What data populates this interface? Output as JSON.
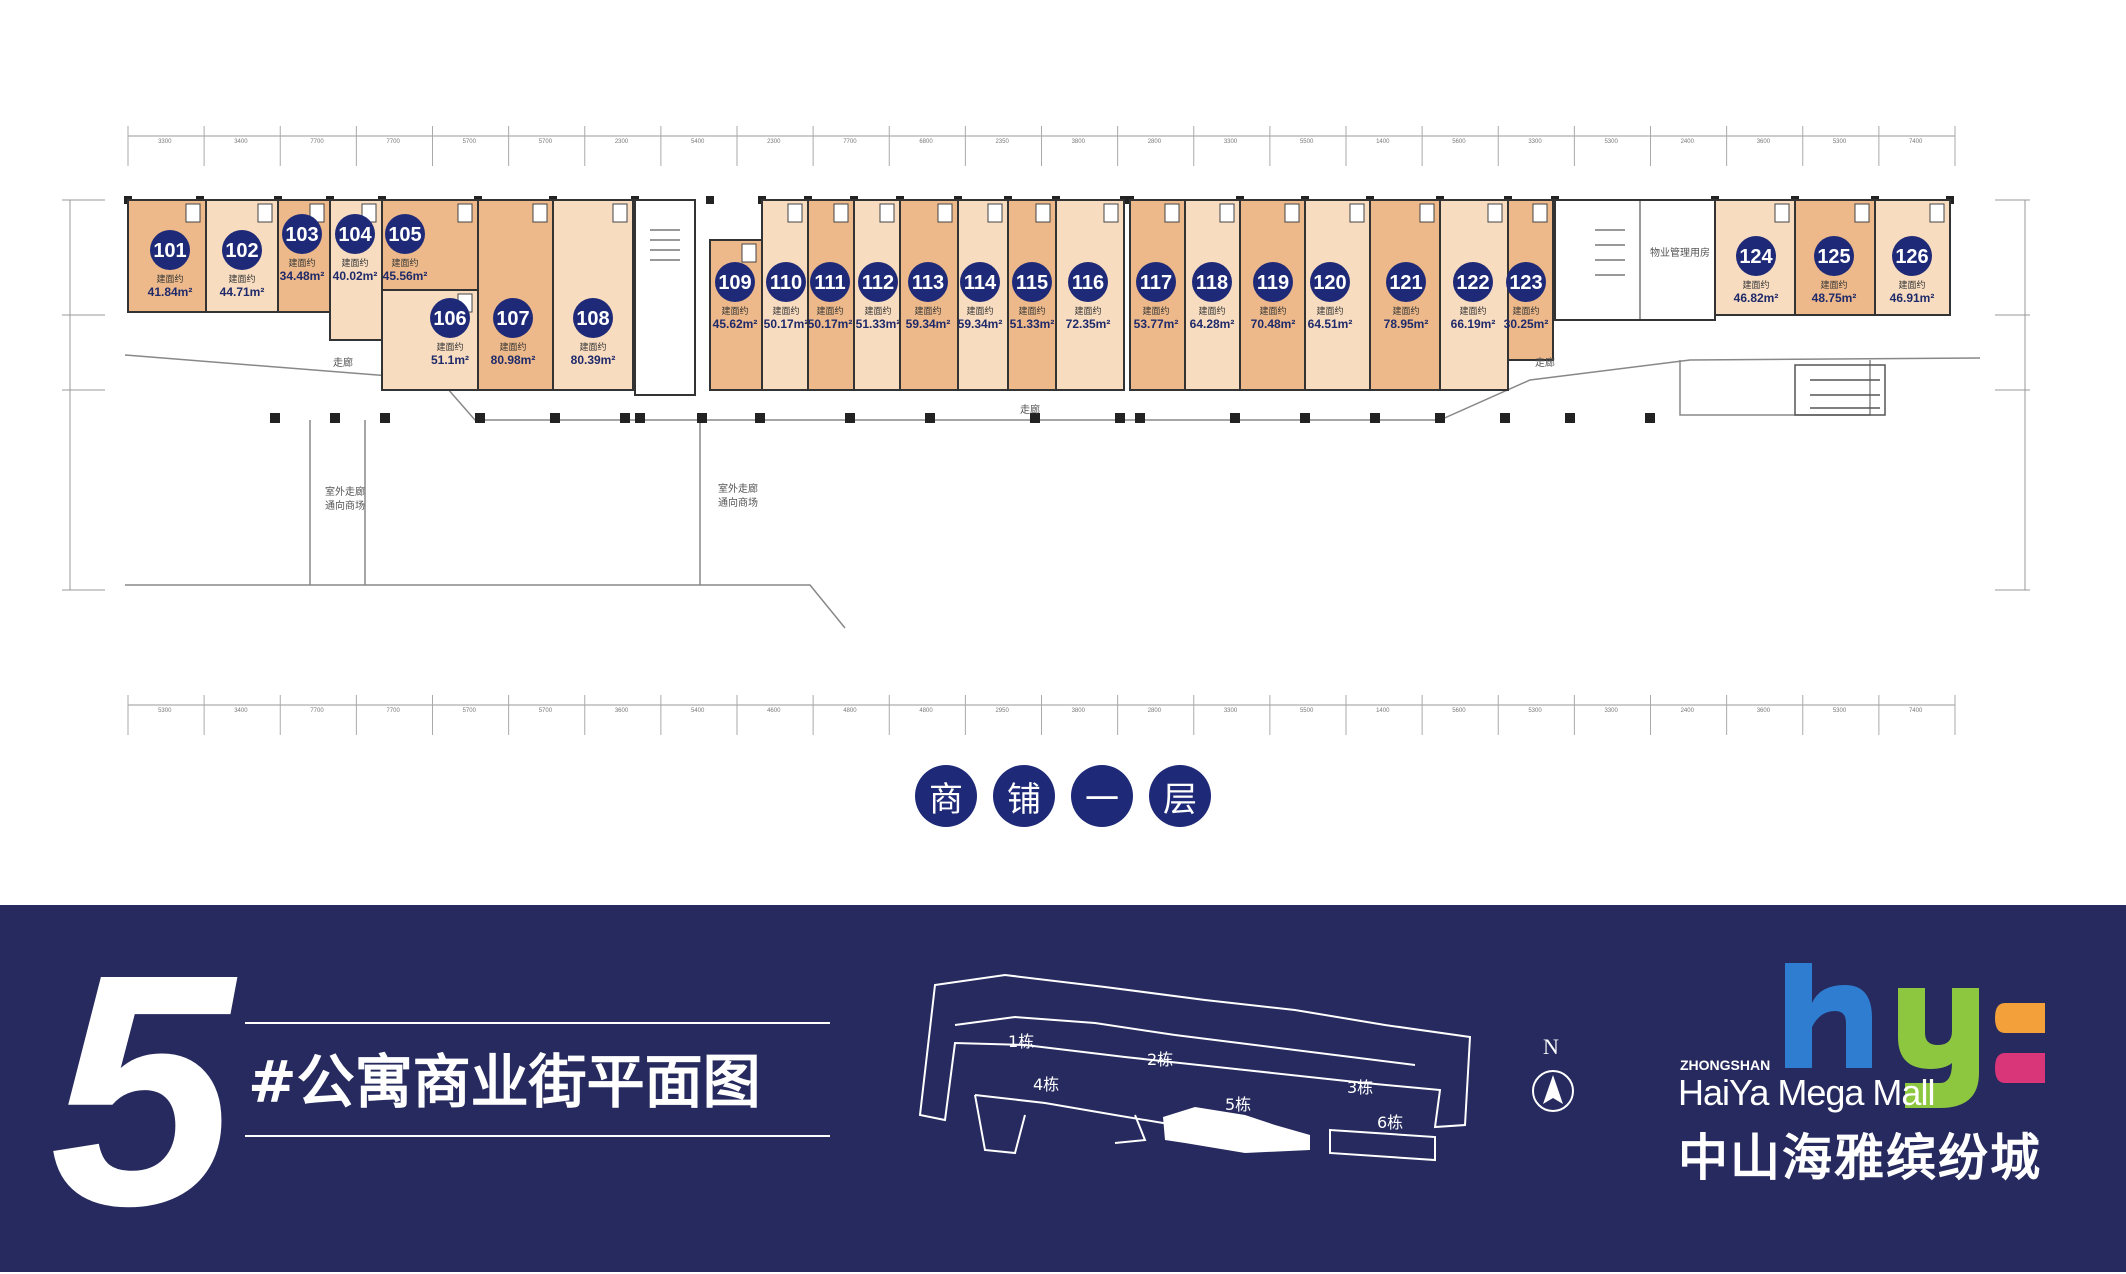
{
  "floor_title": [
    "商",
    "铺",
    "一",
    "层"
  ],
  "building_number": "5",
  "street_title": "#公寓商业街平面图",
  "north": "N",
  "logo": {
    "top_small": "ZHONGSHAN",
    "english": "HaiYa Mega Mall",
    "chinese": "中山海雅缤纷城"
  },
  "area_label": "建面约",
  "notes": {
    "corridor": "走廊",
    "outdoor1": "室外走廊",
    "outdoor2": "通向商场",
    "property_office": "物业管理用房"
  },
  "site_buildings": [
    "1栋",
    "2栋",
    "3栋",
    "4栋",
    "5栋",
    "6栋"
  ],
  "units": [
    {
      "no": "101",
      "area": "41.84m²"
    },
    {
      "no": "102",
      "area": "44.71m²"
    },
    {
      "no": "103",
      "area": "34.48m²"
    },
    {
      "no": "104",
      "area": "40.02m²"
    },
    {
      "no": "105",
      "area": "45.56m²"
    },
    {
      "no": "106",
      "area": "51.1m²"
    },
    {
      "no": "107",
      "area": "80.98m²"
    },
    {
      "no": "108",
      "area": "80.39m²"
    },
    {
      "no": "109",
      "area": "45.62m²"
    },
    {
      "no": "110",
      "area": "50.17m²"
    },
    {
      "no": "111",
      "area": "50.17m²"
    },
    {
      "no": "112",
      "area": "51.33m²"
    },
    {
      "no": "113",
      "area": "59.34m²"
    },
    {
      "no": "114",
      "area": "59.34m²"
    },
    {
      "no": "115",
      "area": "51.33m²"
    },
    {
      "no": "116",
      "area": "72.35m²"
    },
    {
      "no": "117",
      "area": "53.77m²"
    },
    {
      "no": "118",
      "area": "64.28m²"
    },
    {
      "no": "119",
      "area": "70.48m²"
    },
    {
      "no": "120",
      "area": "64.51m²"
    },
    {
      "no": "121",
      "area": "78.95m²"
    },
    {
      "no": "122",
      "area": "66.19m²"
    },
    {
      "no": "123",
      "area": "30.25m²"
    },
    {
      "no": "124",
      "area": "46.82m²"
    },
    {
      "no": "125",
      "area": "48.75m²"
    },
    {
      "no": "126",
      "area": "46.91m²"
    }
  ],
  "dimensions_top": [
    "3300",
    "3400",
    "7700",
    "7700",
    "5700",
    "5700",
    "2300",
    "5400",
    "2300",
    "7700",
    "6800",
    "2350",
    "3800",
    "2800",
    "3300",
    "5500",
    "1400",
    "5600",
    "3300",
    "5300",
    "2400",
    "3600",
    "5300",
    "7400"
  ],
  "dimensions_bottom": [
    "5300",
    "3400",
    "7700",
    "7700",
    "5700",
    "5700",
    "3600",
    "5400",
    "4600",
    "4800",
    "4800",
    "2950",
    "3800",
    "2800",
    "3300",
    "5500",
    "1400",
    "5600",
    "5300",
    "3300",
    "2400",
    "3600",
    "5300",
    "7400"
  ],
  "colors": {
    "unit_dark": "#edb98a",
    "unit_light": "#f8dcc0",
    "badge": "#1e2a78",
    "band": "#262a5e"
  }
}
